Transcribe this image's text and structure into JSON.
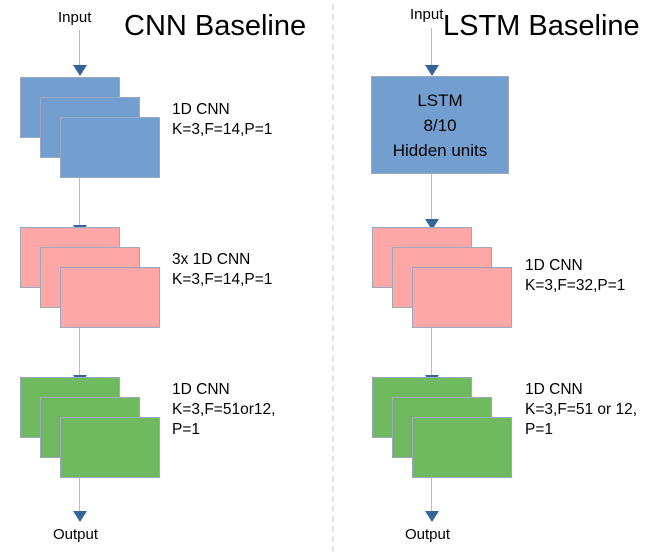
{
  "figure": {
    "divider": "vertical-dashed-separator",
    "palette": {
      "blue": "#729FCF",
      "pink": "#FFA6A6",
      "green": "#6FBA5E",
      "box_border": "#9BA8BD",
      "arrow_head": "#36659B",
      "arrow_stem": "#A8C0DB",
      "divider": "#DFE3EA",
      "text": "#000000",
      "background": "#FFFFFF"
    }
  },
  "columns": [
    {
      "title": "CNN Baseline",
      "input_label": "Input",
      "output_label": "Output",
      "blocks": [
        {
          "kind": "stack",
          "count": 3,
          "color": "blue",
          "spec_lines": [
            "1D CNN",
            "K=3,F=14,P=1"
          ]
        },
        {
          "kind": "stack",
          "count": 3,
          "color": "pink",
          "spec_lines": [
            "3x 1D CNN",
            "K=3,F=14,P=1"
          ]
        },
        {
          "kind": "stack",
          "count": 3,
          "color": "green",
          "spec_lines": [
            "1D CNN",
            "K=3,F=51or12,",
            "P=1"
          ]
        }
      ]
    },
    {
      "title": "LSTM Baseline",
      "input_label": "Input",
      "output_label": "Output",
      "blocks": [
        {
          "kind": "solid",
          "color": "blue",
          "box_lines": [
            "LSTM",
            "8/10",
            "Hidden units"
          ],
          "spec_lines": []
        },
        {
          "kind": "stack",
          "count": 3,
          "color": "pink",
          "spec_lines": [
            "1D CNN",
            "K=3,F=32,P=1"
          ]
        },
        {
          "kind": "stack",
          "count": 3,
          "color": "green",
          "spec_lines": [
            "1D CNN",
            "K=3,F=51 or 12,",
            "P=1"
          ]
        }
      ]
    }
  ]
}
